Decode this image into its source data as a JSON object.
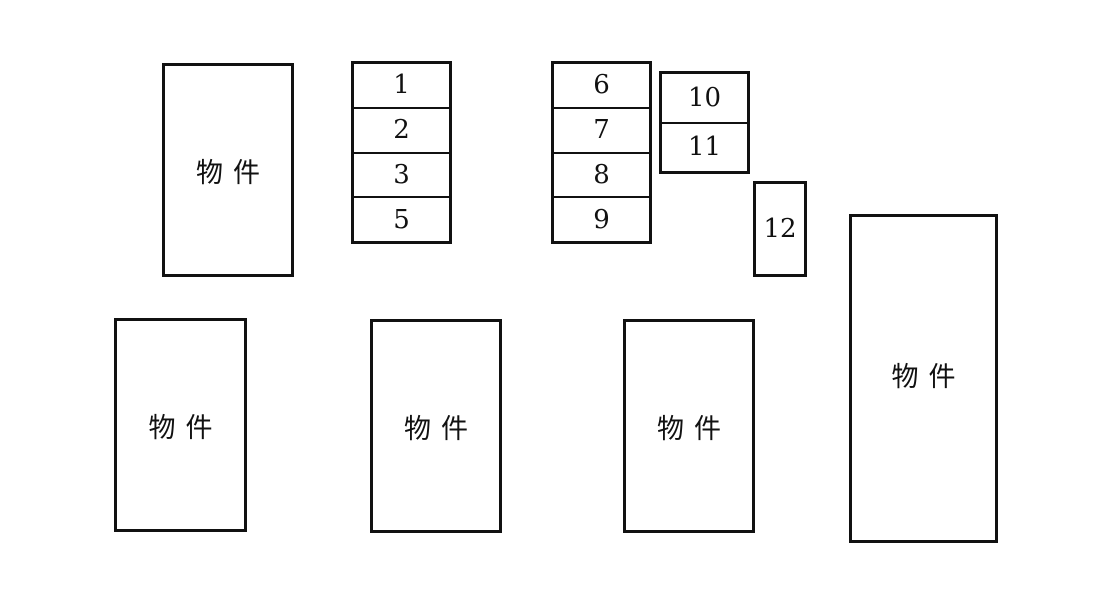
{
  "blocks": [
    {
      "id": "left-top",
      "label": "物件"
    },
    {
      "id": "bottom-1",
      "label": "物件"
    },
    {
      "id": "bottom-2",
      "label": "物件"
    },
    {
      "id": "bottom-3",
      "label": "物件"
    },
    {
      "id": "right",
      "label": "物件"
    }
  ],
  "stack_a": [
    "1",
    "2",
    "3",
    "5"
  ],
  "stack_b": [
    "6",
    "7",
    "8",
    "9"
  ],
  "stack_c": [
    "10",
    "11"
  ],
  "single": "12"
}
